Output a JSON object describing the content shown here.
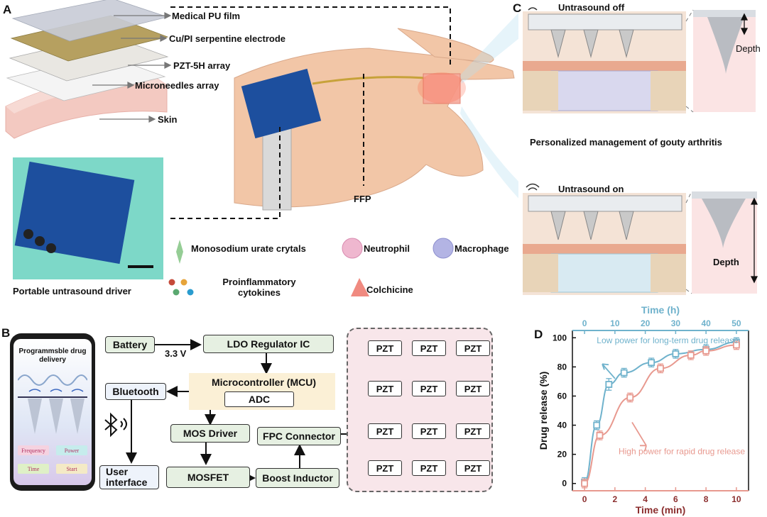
{
  "panels": {
    "a": "A",
    "b": "B",
    "c": "C",
    "d": "D"
  },
  "panel_a": {
    "layers": [
      "Medical PU film",
      "Cu/PI serpentine electrode",
      "PZT-5H array",
      "Microneedles array",
      "Skin"
    ],
    "driver_caption": "Portable untrasound driver",
    "ffp_label": "FFP",
    "legend": {
      "msu": "Monosodium urate crytals",
      "neutrophil": "Neutrophil",
      "macrophage": "Macrophage",
      "cytokines": "Proinflammatory cytokines",
      "colchicine": "Colchicine"
    }
  },
  "panel_c": {
    "off_label": "Untrasound off",
    "on_label": "Untrasound on",
    "depth_label": "Depth",
    "title": "Personalized management of gouty arthritis"
  },
  "panel_b": {
    "phone_title": "Programmsble drug delivery",
    "phone_buttons": [
      "Frequency",
      "Power",
      "Time",
      "Start"
    ],
    "battery": "Battery",
    "voltage": "3.3 V",
    "ldo": "LDO Regulator IC",
    "mcu": "Microcontroller (MCU)",
    "adc": "ADC",
    "bluetooth": "Bluetooth",
    "mos_driver": "MOS Driver",
    "fpc": "FPC Connector",
    "mosfet": "MOSFET",
    "boost": "Boost Inductor",
    "user_interface": "User interface",
    "pzt": "PZT"
  },
  "colors": {
    "teal": "#6fb2cc",
    "salmon": "#e8998f",
    "box_green": "#e6f0e2",
    "pink_bg": "#f8e6ea"
  },
  "chart_data": {
    "type": "line",
    "ylabel": "Drug release (%)",
    "ylim": [
      -5,
      105
    ],
    "yticks": [
      0,
      20,
      40,
      60,
      80,
      100
    ],
    "axes": {
      "bottom": {
        "label": "Time (min)",
        "ticks": [
          0,
          2,
          4,
          6,
          8,
          10
        ],
        "range": [
          -0.8,
          10.8
        ]
      },
      "top": {
        "label": "Time (h)",
        "ticks": [
          0,
          10,
          20,
          30,
          40,
          50
        ],
        "range": [
          -4,
          54
        ]
      }
    },
    "series": [
      {
        "name": "Low power for long-term drug release",
        "axis": "top",
        "color": "#6fb2cc",
        "x": [
          0,
          4,
          8,
          13,
          22,
          30,
          40,
          50
        ],
        "y": [
          1,
          40,
          68,
          76,
          83,
          89,
          92,
          97
        ],
        "err": [
          3,
          3,
          4,
          3,
          3,
          3,
          3,
          3
        ]
      },
      {
        "name": "High power for rapid drug release",
        "axis": "bottom",
        "color": "#e8998f",
        "x": [
          0,
          1,
          3,
          5,
          7,
          8,
          10
        ],
        "y": [
          0,
          33,
          59,
          79,
          88,
          91,
          95
        ],
        "err": [
          3,
          3,
          3,
          3,
          3,
          3,
          3
        ]
      }
    ]
  }
}
